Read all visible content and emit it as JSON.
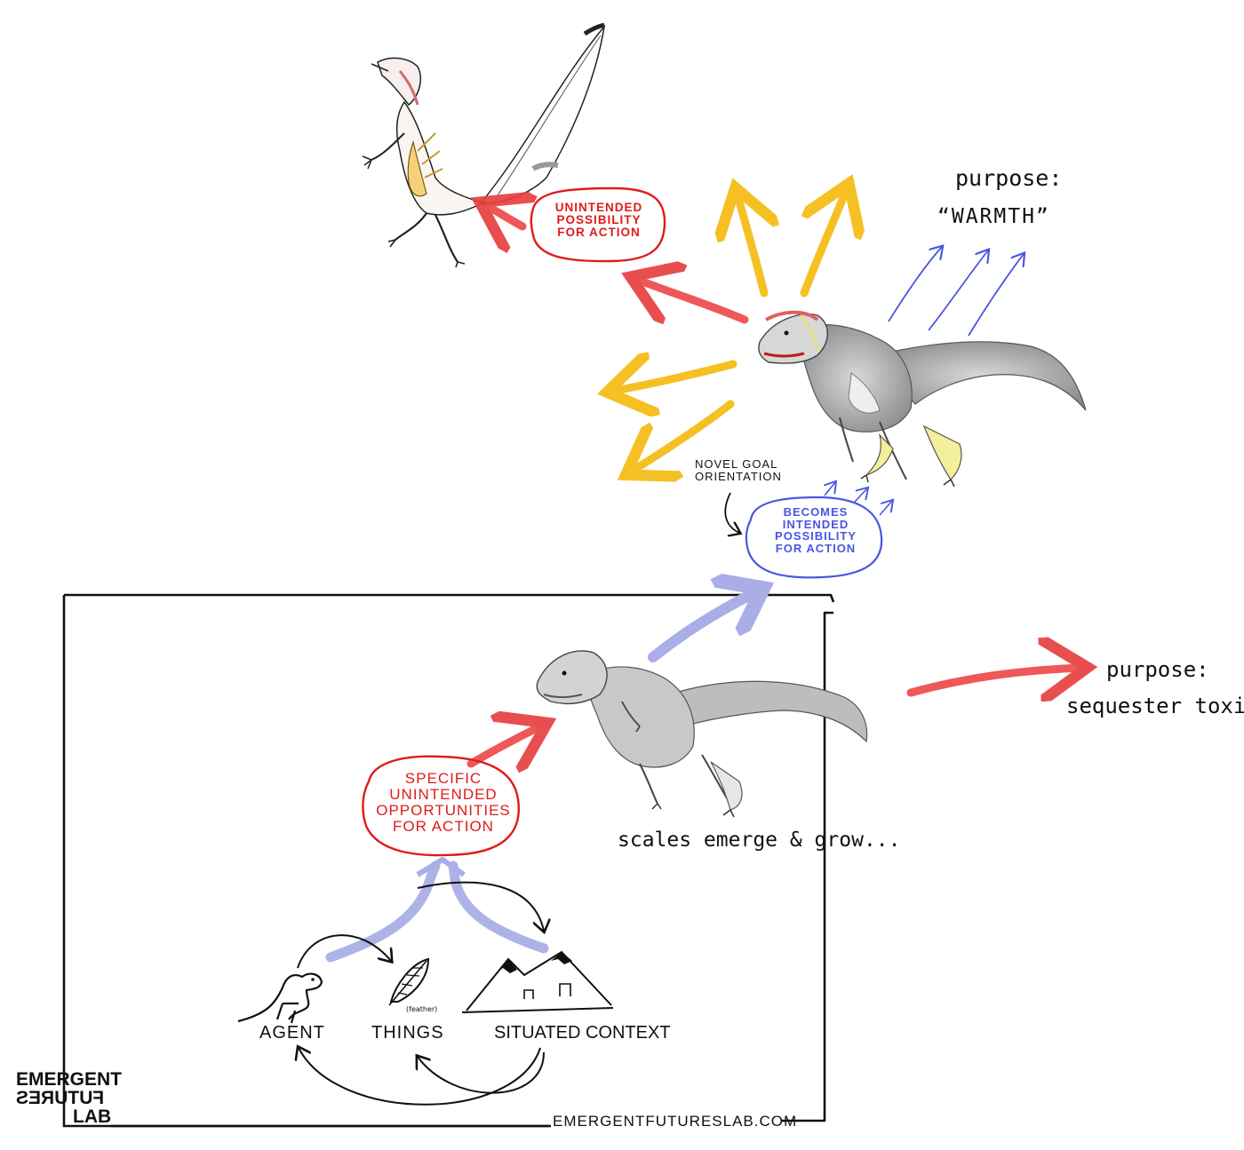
{
  "labels": {
    "purpose_warmth_line1": "purpose:",
    "purpose_warmth_line2": "“WARMTH”",
    "purpose_toxins_line1": "purpose:",
    "purpose_toxins_line2": "sequester toxins",
    "unintended_bubble": [
      "UNINTENDED",
      "POSSIBILITY",
      "FOR ACTION"
    ],
    "intended_bubble": [
      "BECOMES",
      "INTENDED",
      "POSSIBILITY",
      "FOR ACTION"
    ],
    "novel_goal": [
      "NOVEL GOAL",
      "ORIENTATION"
    ],
    "specific_bubble": [
      "SPECIFIC",
      "UNINTENDED",
      "OPPORTUNITIES",
      "FOR ACTION"
    ],
    "scales_caption": "scales emerge & grow...",
    "agent": "AGENT",
    "things": "THINGS",
    "feather_small": "(feather)",
    "context": "SITUATED CONTEXT",
    "logo": [
      "EMERGENT",
      "FUTURES",
      "LAB"
    ],
    "url": "EMERGENTFUTURESLAB.COM"
  },
  "icons": {
    "feathered_bird_dinosaur": "feathered-dinosaur-icon",
    "fuzzy_dinosaur_top": "fuzzy-dinosaur-icon",
    "scaled_dinosaur": "scaled-dinosaur-icon",
    "agent_dino": "small-dinosaur-icon",
    "feather": "feather-icon",
    "mountains": "mountains-icon"
  },
  "colors": {
    "red": "#e01b1b",
    "blue": "#4a55e0",
    "blue_light": "#a9aee6",
    "yellow": "#f5c024",
    "black": "#111111"
  }
}
